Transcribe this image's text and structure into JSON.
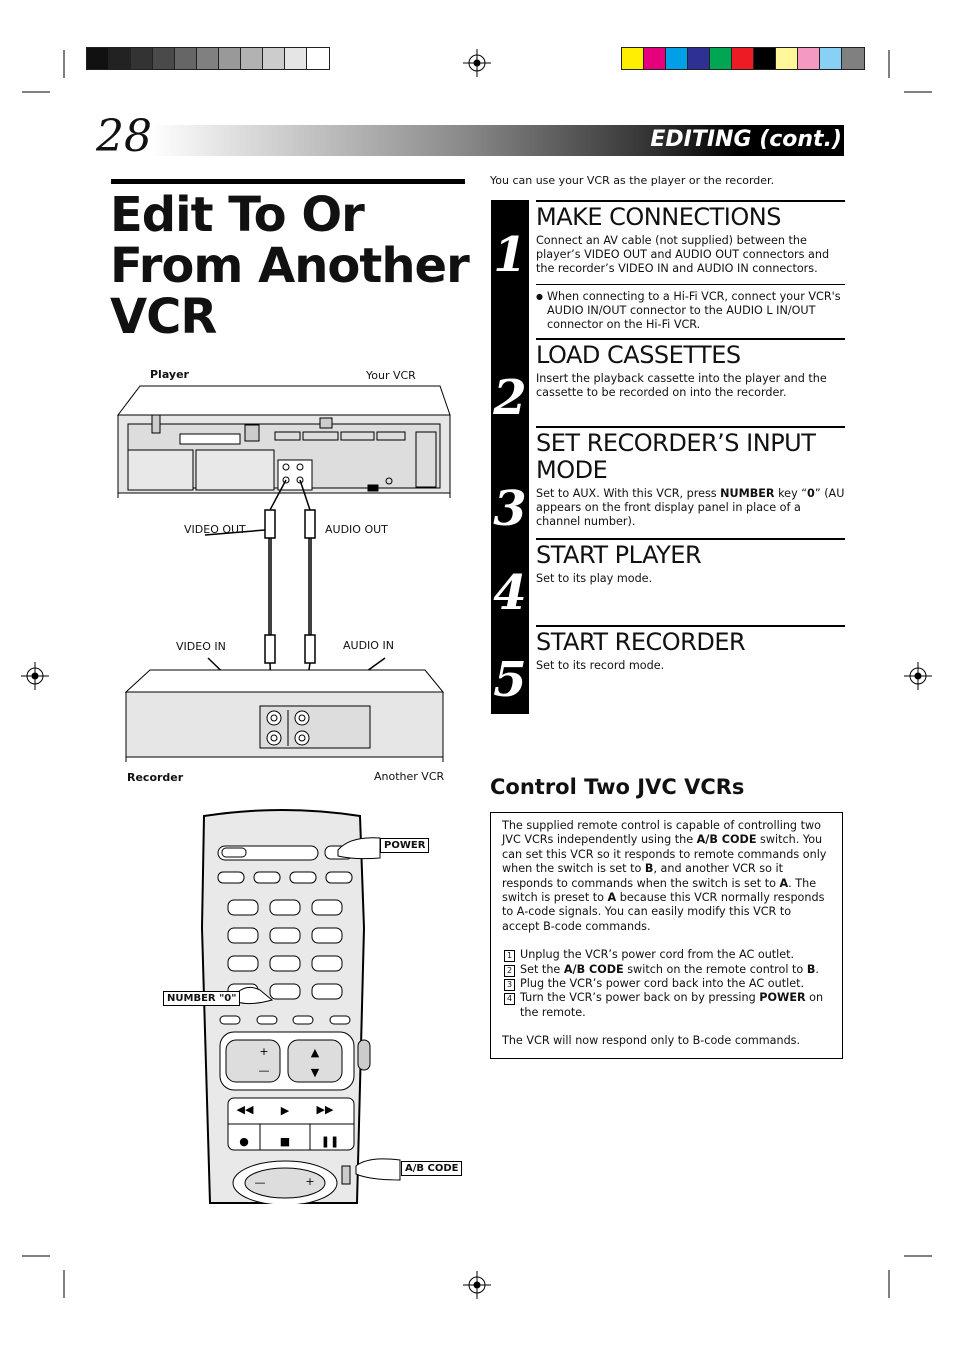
{
  "header": {
    "page_number": "28",
    "section_label": "EDITING (cont.)"
  },
  "title": "Edit To Or From Another VCR",
  "intro": "You can use your VCR as the player or the recorder.",
  "steps": [
    {
      "number": "1",
      "heading": "MAKE CONNECTIONS",
      "text": "Connect an AV cable (not supplied) between the player’s VIDEO OUT and AUDIO OUT connectors and the recorder’s VIDEO IN and AUDIO IN connectors.",
      "note": "When connecting to a Hi-Fi VCR, connect your VCR's AUDIO IN/OUT connector to the AUDIO L IN/OUT connector on the Hi-Fi VCR."
    },
    {
      "number": "2",
      "heading": "LOAD CASSETTES",
      "text": "Insert the playback cassette into the player and the cassette to be recorded on into the recorder."
    },
    {
      "number": "3",
      "heading": "SET RECORDER’S INPUT MODE",
      "text_before": "Set to AUX. With this VCR, press ",
      "key": "NUMBER",
      "text_middle": " key “",
      "key_value": "0",
      "text_after": "” (AU appears on the front display panel in place of a channel number)."
    },
    {
      "number": "4",
      "heading": "START PLAYER",
      "text": "Set to its play mode."
    },
    {
      "number": "5",
      "heading": "START RECORDER",
      "text": "Set to its record mode."
    }
  ],
  "control": {
    "heading": "Control Two JVC VCRs",
    "p1_a": "The supplied remote control is capable of controlling two JVC VCRs independently using the ",
    "p1_b": "A/B CODE",
    "p1_c": " switch. You can set this VCR so it responds to remote commands only when the switch is set to ",
    "p1_d": "B",
    "p1_e": ", and another VCR so it responds to commands when the switch is set to ",
    "p1_f": "A",
    "p1_g": ". The switch is preset to ",
    "p1_h": "A",
    "p1_i": " because this VCR normally responds to A-code signals. You can easily modify this VCR to accept B-code commands.",
    "list": [
      {
        "n": "1",
        "a": "Unplug the VCR’s power cord from the AC outlet.",
        "b": "",
        "c": ""
      },
      {
        "n": "2",
        "a": "Set the ",
        "b": "A/B CODE",
        "c": " switch on the remote control to ",
        "d": "B",
        "e": "."
      },
      {
        "n": "3",
        "a": "Plug the VCR’s power cord back into the AC outlet.",
        "b": "",
        "c": ""
      },
      {
        "n": "4",
        "a": "Turn the VCR’s power back on by pressing ",
        "b": "POWER",
        "c": " on the remote."
      }
    ],
    "footer": "The VCR will now respond only to B-code commands."
  },
  "diagram": {
    "player_label": "Player",
    "your_vcr": "Your VCR",
    "video_out": "VIDEO OUT",
    "audio_out": "AUDIO OUT",
    "video_in": "VIDEO IN",
    "audio_in": "AUDIO IN",
    "recorder_label": "Recorder",
    "another_vcr": "Another VCR"
  },
  "remote": {
    "power": "POWER",
    "number_0": "NUMBER \"0\"",
    "ab_code": "A/B CODE"
  },
  "colors": {
    "grayscale_bar": [
      "#111111",
      "#222222",
      "#333333",
      "#4a4a4a",
      "#666666",
      "#808080",
      "#999999",
      "#b2b2b2",
      "#cccccc",
      "#e5e5e5",
      "#ffffff"
    ],
    "color_bar": [
      "#ffee00",
      "#e6007e",
      "#00a0e9",
      "#2e3192",
      "#00a651",
      "#ed1c24",
      "#000000",
      "#fff799",
      "#f49ac1",
      "#89d0f5",
      "#808080"
    ]
  }
}
